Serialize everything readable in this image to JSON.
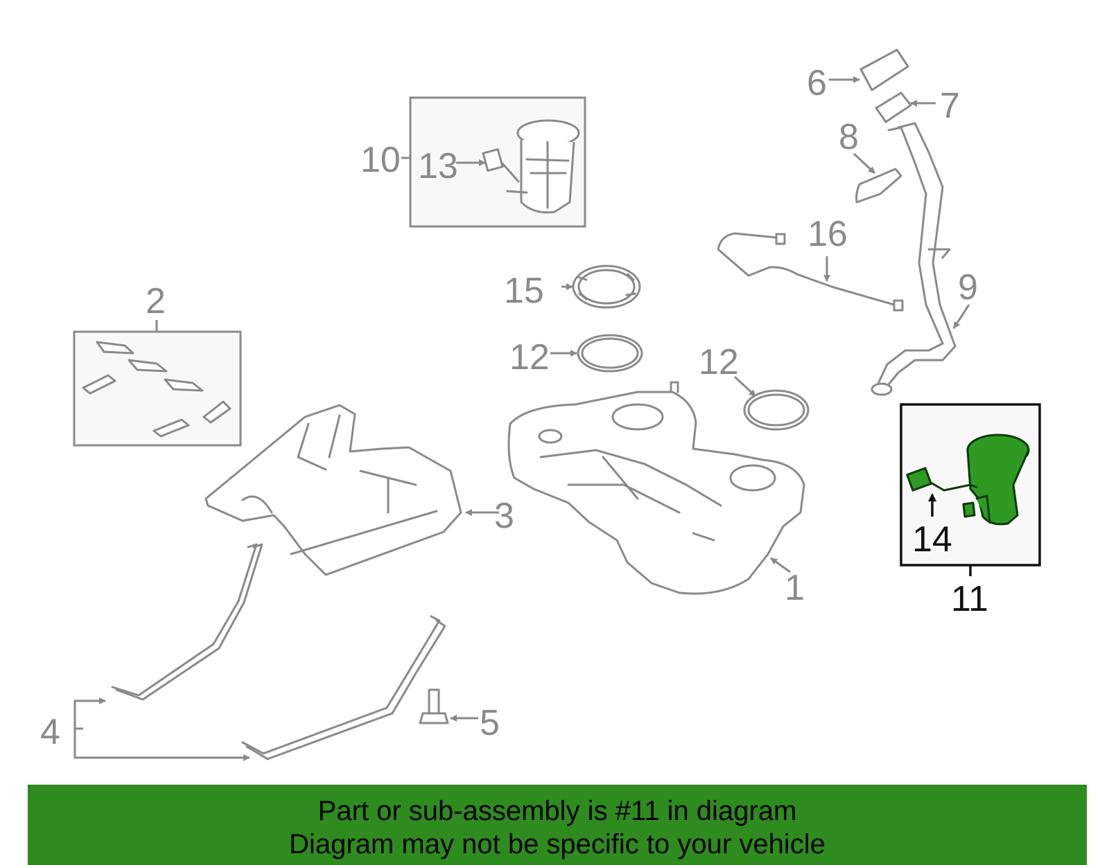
{
  "callouts": {
    "c1": "1",
    "c2": "2",
    "c3": "3",
    "c4": "4",
    "c5": "5",
    "c6": "6",
    "c7": "7",
    "c8": "8",
    "c9": "9",
    "c10": "10",
    "c11": "11",
    "c12a": "12",
    "c12b": "12",
    "c13": "13",
    "c14": "14",
    "c15": "15",
    "c16": "16"
  },
  "highlight": {
    "part_number": "11",
    "color": "#2e8b1e"
  },
  "banner": {
    "line1": "Part or sub-assembly is #11 in diagram",
    "line2": "Diagram may not be specific to your vehicle"
  }
}
